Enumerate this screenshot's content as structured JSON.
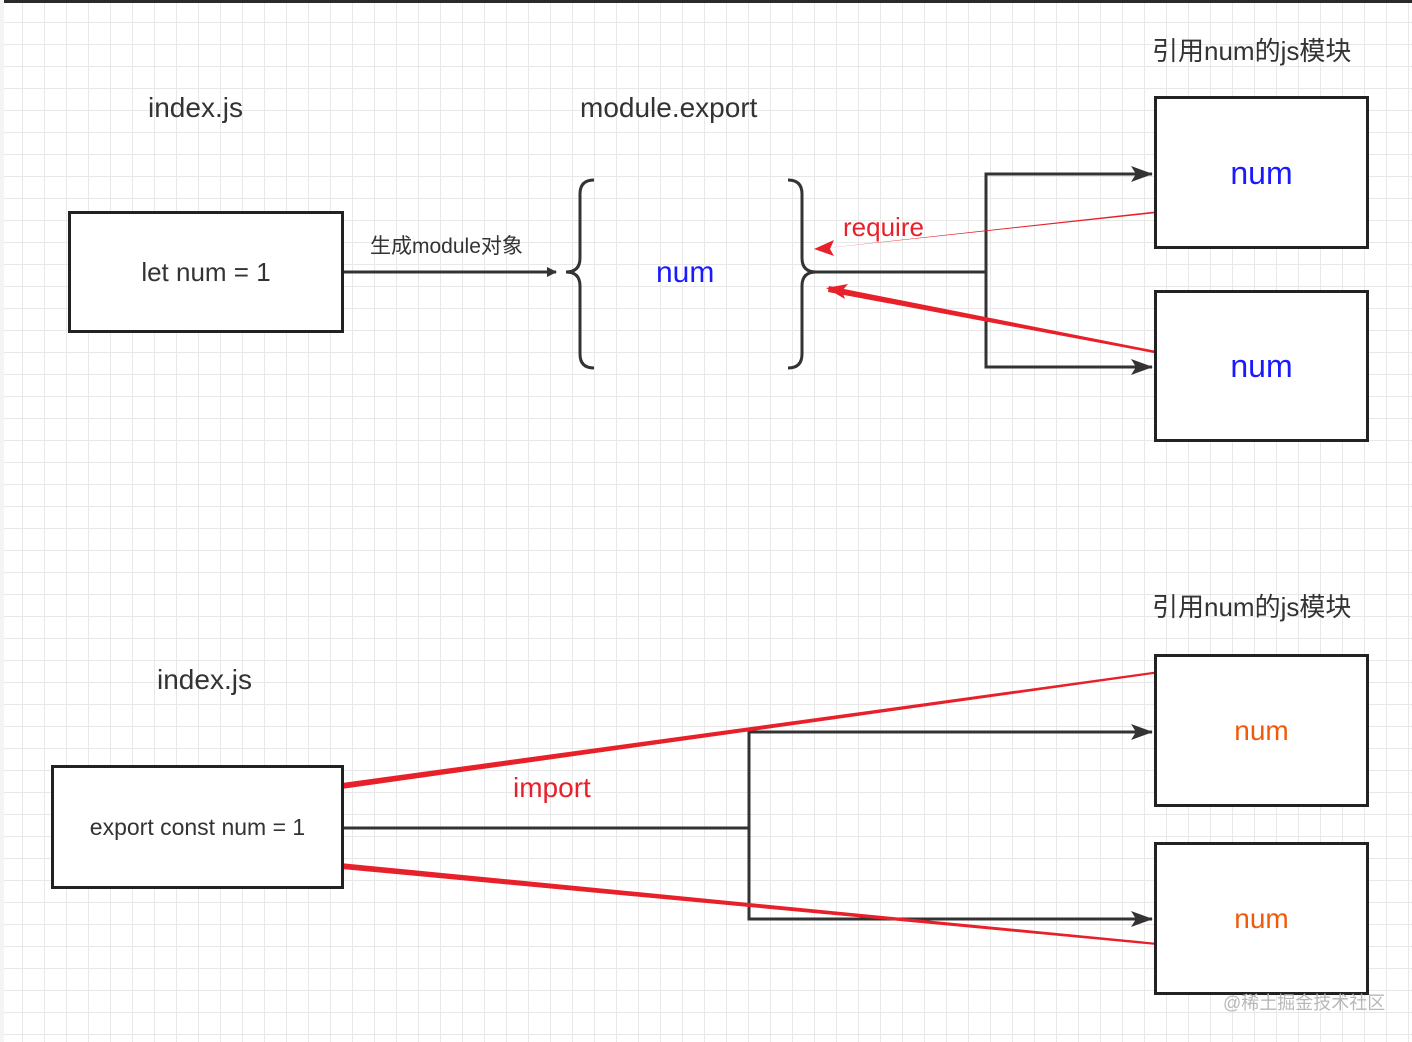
{
  "top": {
    "source_label": "index.js",
    "export_label": "module.export",
    "consumer_label": "引用num的js模块",
    "source_code": "let num = 1",
    "edge_label": "生成module对象",
    "export_value": "num",
    "relation_label": "require",
    "consumer_values": [
      "num",
      "num"
    ]
  },
  "bottom": {
    "source_label": "index.js",
    "consumer_label": "引用num的js模块",
    "source_code": "export const num = 1",
    "relation_label": "import",
    "consumer_values": [
      "num",
      "num"
    ]
  },
  "watermark": "@稀土掘金技术社区",
  "colors": {
    "line": "#333333",
    "reference_arrow": "#e8202a",
    "value_blue": "#1a1aff",
    "value_orange": "#f05a0a",
    "label_red": "#e8202a"
  }
}
